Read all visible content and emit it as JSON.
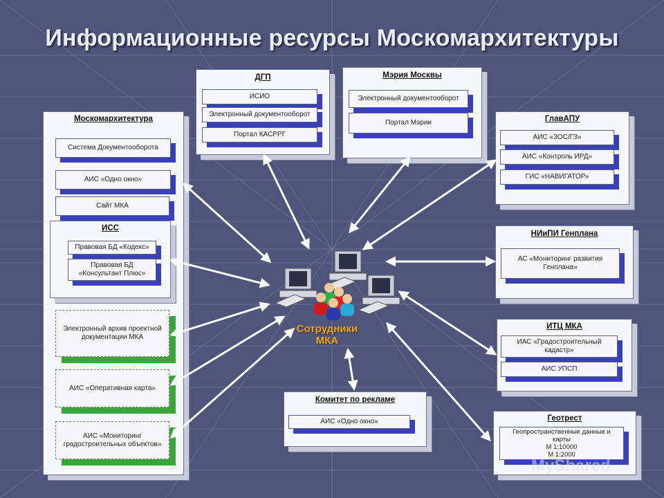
{
  "title": "Информационные ресурсы Москомархитектуры",
  "hub": {
    "label": "Сотрудники\nМКА"
  },
  "panels": {
    "dgp": {
      "title": "ДГП",
      "items": [
        "ИСИО",
        "Электронный документооборот",
        "Портал КАСРРГ"
      ]
    },
    "meria": {
      "title": "Мэрия Москвы",
      "items": [
        "Электронный документооборот",
        "Портал Мэрии"
      ]
    },
    "glavapu": {
      "title": "ГлавАПУ",
      "items": [
        "АИС «ЗОС/ГЗ»",
        "АИС «Контроль ИРД»",
        "ГИС «НАВИГАТОР»"
      ]
    },
    "mka": {
      "title": "Москомархитектура",
      "items": [
        "Система Документооборота",
        "АИС «Одно окно»",
        "Сайт МКА"
      ]
    },
    "iss": {
      "title": "ИСС",
      "items": [
        "Правовая БД «Кодекс»",
        "Правовая БД\n«Консультант Плюс»"
      ]
    },
    "mka_green": {
      "items": [
        "Электронный архив проектной\nдокументации МКА",
        "АИС «Оперативная карта»",
        "АИС «Мониторинг\nградостроительных объектов»"
      ]
    },
    "niipi": {
      "title": "НИиПИ Генплана",
      "items": [
        "АС «Мониторинг развития\nГенплана»"
      ]
    },
    "itc": {
      "title": "ИТЦ МКА",
      "items": [
        "ИАС «Градостроительный\nкадастр»",
        "АИС УПСП"
      ]
    },
    "reklama": {
      "title": "Комитет по рекламе",
      "items": [
        "АИС «Одно окно»"
      ]
    },
    "geotrest": {
      "title": "Геотрест",
      "items": [
        "Геопространственные данные и\nкарты\nМ 1:10000\nМ 1:2000"
      ]
    }
  },
  "watermark": "MyShared",
  "colors": {
    "background": "#4f557a",
    "grid": "#6a7095",
    "hub_label": "#f2a31c",
    "sub_shadow": "#3940b8",
    "green_shadow": "#3aa63a"
  }
}
